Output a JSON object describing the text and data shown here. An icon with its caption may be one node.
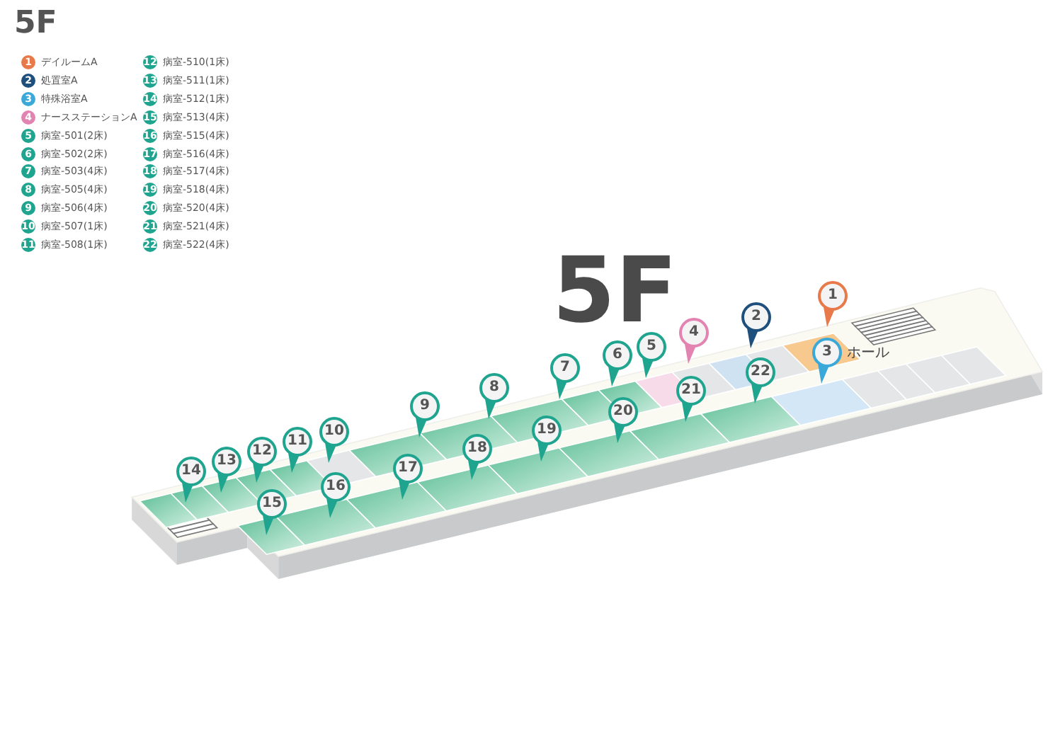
{
  "diagram": {
    "title": "5F",
    "labels": [
      "5F",
      "1",
      "2",
      "3",
      "4",
      "5",
      "6",
      "7",
      "8",
      "9",
      "10",
      "11",
      "12",
      "13",
      "14",
      "15",
      "16",
      "17",
      "18",
      "19",
      "20",
      "21",
      "22",
      "ホール",
      "1",
      "2",
      "3",
      "4",
      "5",
      "6",
      "7",
      "8",
      "9",
      "10",
      "11",
      "12",
      "13",
      "14",
      "15",
      "16",
      "17",
      "18",
      "19",
      "20",
      "21",
      "22"
    ],
    "legend": [
      {
        "text": "デイルームA",
        "color": "#e8794a"
      },
      {
        "text": "処置室A",
        "color": "#1f4f7c"
      },
      {
        "text": "特殊浴室A",
        "color": "#3aa8d8"
      },
      {
        "text": "ナースステーションA",
        "color": "#e383b2"
      },
      {
        "text": "病室-501(2床)",
        "color": "#1fa58f"
      },
      {
        "text": "病室-502(2床)",
        "color": "#1fa58f"
      },
      {
        "text": "病室-503(4床)",
        "color": "#1fa58f"
      },
      {
        "text": "病室-505(4床)",
        "color": "#1fa58f"
      },
      {
        "text": "病室-506(4床)",
        "color": "#1fa58f"
      },
      {
        "text": "病室-507(1床)",
        "color": "#1fa58f"
      },
      {
        "text": "病室-508(1床)",
        "color": "#1fa58f"
      },
      {
        "text": "病室-510(1床)",
        "color": "#1fa58f"
      },
      {
        "text": "病室-511(1床)",
        "color": "#1fa58f"
      },
      {
        "text": "病室-512(1床)",
        "color": "#1fa58f"
      },
      {
        "text": "病室-513(4床)",
        "color": "#1fa58f"
      },
      {
        "text": "病室-515(4床)",
        "color": "#1fa58f"
      },
      {
        "text": "病室-516(4床)",
        "color": "#1fa58f"
      },
      {
        "text": "病室-517(4床)",
        "color": "#1fa58f"
      },
      {
        "text": "病室-518(4床)",
        "color": "#1fa58f"
      },
      {
        "text": "病室-520(4床)",
        "color": "#1fa58f"
      },
      {
        "text": "病室-521(4床)",
        "color": "#1fa58f"
      },
      {
        "text": "病室-522(4床)",
        "color": "#1fa58f"
      }
    ]
  }
}
